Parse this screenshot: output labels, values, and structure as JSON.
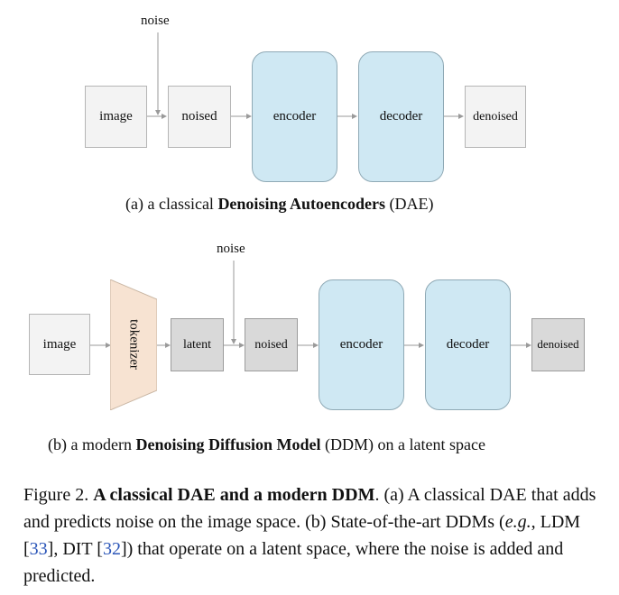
{
  "diagram_a": {
    "noise": "noise",
    "image": "image",
    "noised": "noised",
    "encoder": "encoder",
    "decoder": "decoder",
    "denoised": "denoised",
    "caption_prefix": "(a) a classical ",
    "caption_bold": "Denoising Autoencoders",
    "caption_suffix": " (DAE)"
  },
  "diagram_b": {
    "noise": "noise",
    "image": "image",
    "tokenizer": "tokenizer",
    "latent": "latent",
    "noised": "noised",
    "encoder": "encoder",
    "decoder": "decoder",
    "denoised": "denoised",
    "caption_prefix": "(b) a modern ",
    "caption_bold": "Denoising Diffusion Model",
    "caption_suffix": " (DDM) on a latent space"
  },
  "figure_caption": {
    "label": "Figure 2. ",
    "bold": "A classical DAE and a modern DDM",
    "t1": ". (a) A classical DAE that adds and predicts noise on the image space. (b) State-of-the-art DDMs (",
    "eg": "e.g.",
    "t2": ", LDM [",
    "ref1": "33",
    "t3": "], DIT [",
    "ref2": "32",
    "t4": "]) that operate on a latent space, where the noise is added and predicted."
  },
  "colors": {
    "gray_box": "#f3f3f3",
    "latent_box": "#d9d9d9",
    "encoder_decoder": "#cfe8f3",
    "tokenizer": "#f7e3d2",
    "link": "#2a55b8"
  }
}
